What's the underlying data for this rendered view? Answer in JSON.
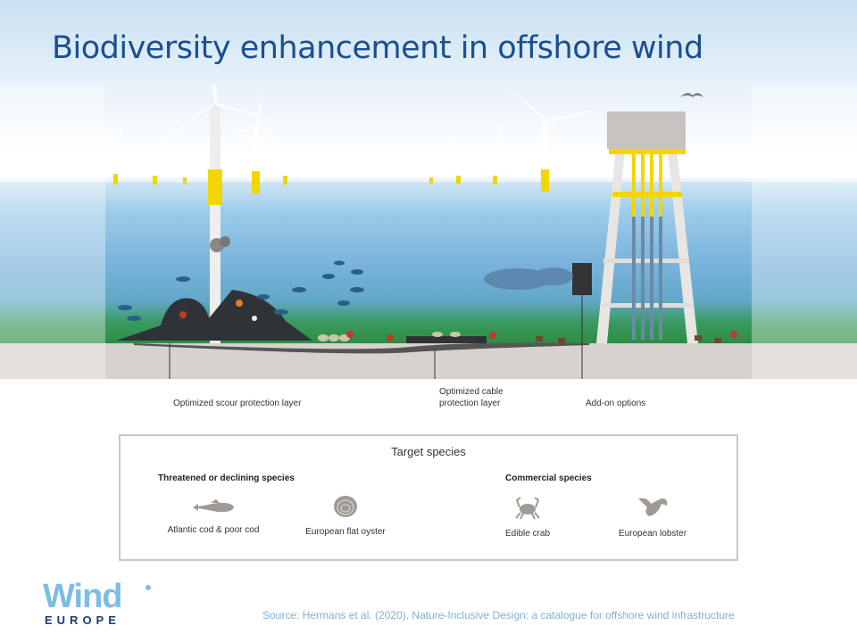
{
  "title": "Biodiversity enhancement in offshore wind",
  "callouts": {
    "scour": "Optimized scour protection layer",
    "cable_line1": "Optimized cable",
    "cable_line2": "protection layer",
    "addon": "Add-on options"
  },
  "target_species": {
    "heading": "Target species",
    "groups": [
      {
        "label": "Threatened or declining species",
        "species": [
          {
            "name": "Atlantic cod & poor cod",
            "icon": "fish-icon"
          },
          {
            "name": "European flat oyster",
            "icon": "oyster-icon"
          }
        ]
      },
      {
        "label": "Commercial species",
        "species": [
          {
            "name": "Edible crab",
            "icon": "crab-icon"
          },
          {
            "name": "European lobster",
            "icon": "lobster-icon"
          }
        ]
      }
    ]
  },
  "logo": {
    "word": "Wind",
    "sub": "EUROPE"
  },
  "source": "Source: Hermans et al. (2020). Nature-Inclusive Design: a catalogue for offshore wind infrastructure",
  "colors": {
    "title": "#1a4f8f",
    "sea": "#7fb6dc",
    "seabed": "#2e9a4a",
    "turbine_yellow": "#f2d600",
    "logo": "#7bbde6"
  }
}
